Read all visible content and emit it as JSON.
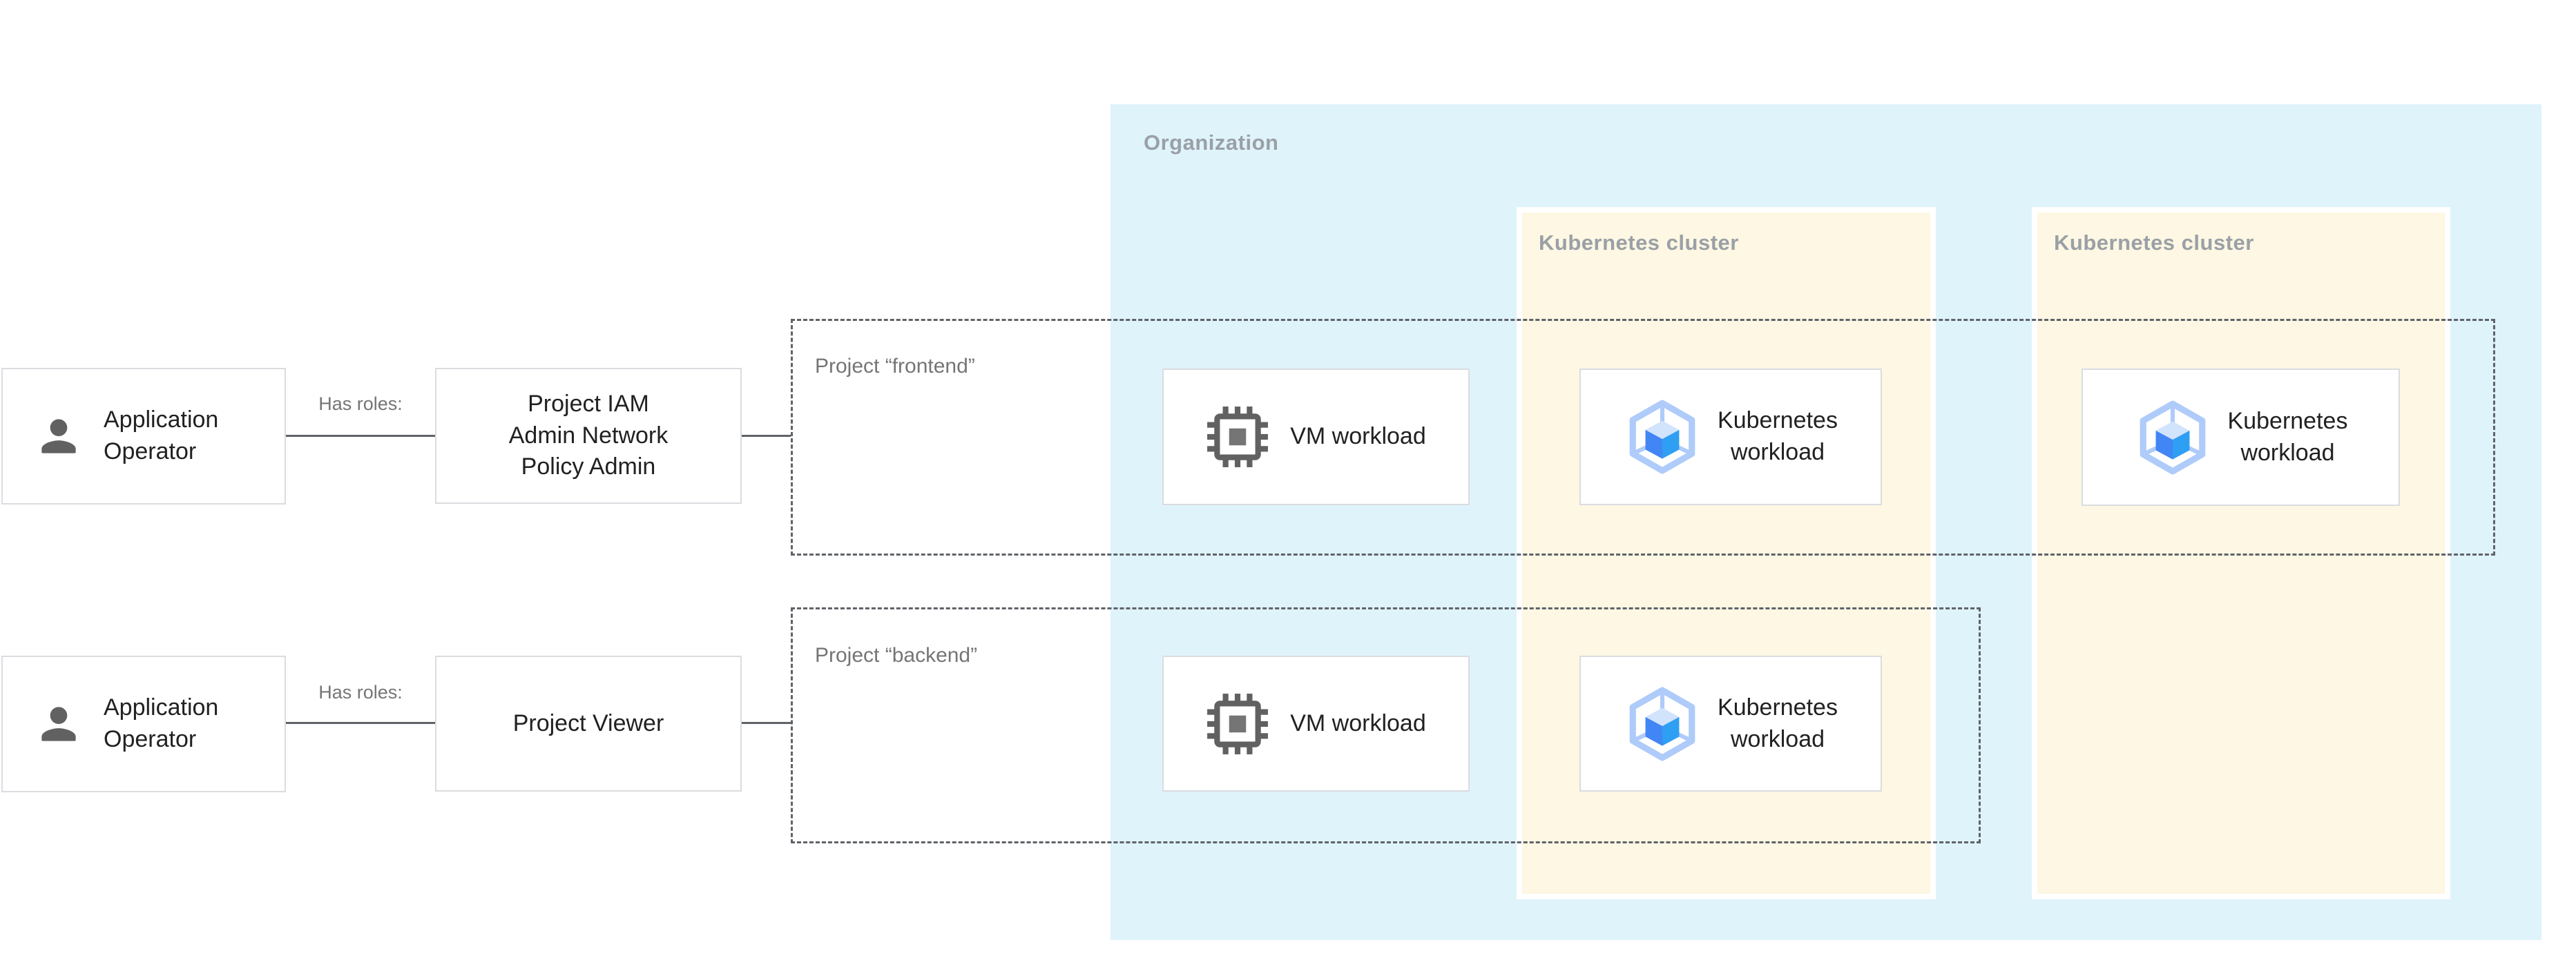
{
  "colors": {
    "organization_bg": "#DFF3FB",
    "cluster_bg": "#FDF7E3",
    "node_bg": "#FFFFFF",
    "node_border": "#DADCE0",
    "zone_label_gray": "#9AA0A6",
    "muted_label_gray": "#757575",
    "node_text": "#212121",
    "connector_gray": "#5F6368",
    "person_icon_gray": "#616161",
    "vm_chip_gray": "#616161",
    "gke_hexagon_blue": "#AECBFA",
    "gke_cube_top": "#D2E3FC",
    "gke_cube_left": "#4285F4",
    "gke_cube_right": "#2F9FF3"
  },
  "organization": {
    "label": "Organization"
  },
  "clusters": [
    {
      "label": "Kubernetes cluster"
    },
    {
      "label": "Kubernetes cluster"
    }
  ],
  "projects": {
    "frontend": {
      "label": "Project “frontend”"
    },
    "backend": {
      "label": "Project “backend”"
    }
  },
  "nodes": {
    "frontend": {
      "actor": "Application\nOperator",
      "edge_label": "Has roles:",
      "role": "Project IAM\nAdmin Network\nPolicy Admin",
      "vm": "VM workload",
      "k8s": "Kubernetes\nworkload"
    },
    "backend": {
      "actor": "Application\nOperator",
      "edge_label": "Has roles:",
      "role": "Project Viewer",
      "vm": "VM workload",
      "k8s": "Kubernetes\nworkload"
    },
    "cluster2": {
      "k8s": "Kubernetes\nworkload"
    }
  },
  "icons": {
    "person-icon": "user silhouette",
    "vm-chip-icon": "processor chip",
    "gke-icon": "hexagon with cube (Kubernetes Engine)"
  }
}
